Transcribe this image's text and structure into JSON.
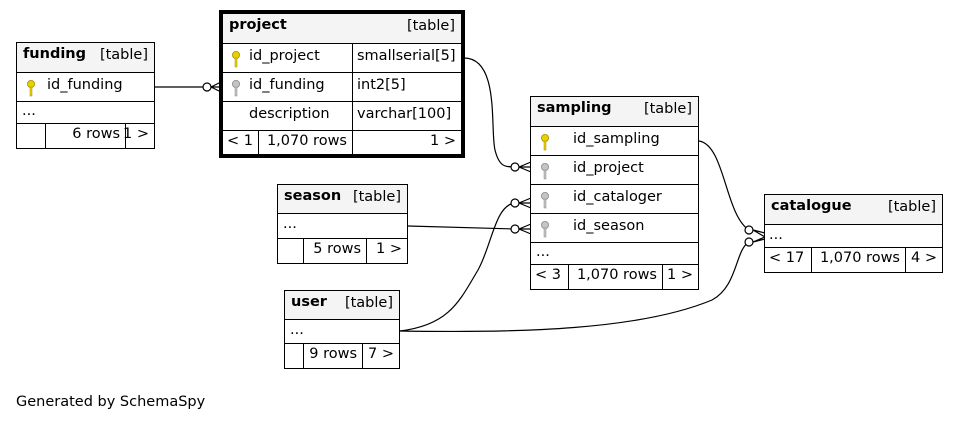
{
  "tables": {
    "funding": {
      "name": "funding",
      "type": "[table]",
      "columns": [
        {
          "name": "id_funding",
          "key": "primary"
        }
      ],
      "ellipsis": "...",
      "footer": {
        "parents": "",
        "rows": "6 rows",
        "children": "1 >"
      }
    },
    "project": {
      "name": "project",
      "type": "[table]",
      "columns": [
        {
          "name": "id_project",
          "type": "smallserial[5]",
          "key": "primary"
        },
        {
          "name": "id_funding",
          "type": "int2[5]",
          "key": "foreign"
        },
        {
          "name": "description",
          "type": "varchar[100]",
          "key": ""
        }
      ],
      "footer": {
        "parents": "< 1",
        "rows": "1,070 rows",
        "children": "1 >"
      }
    },
    "season": {
      "name": "season",
      "type": "[table]",
      "ellipsis": "...",
      "footer": {
        "parents": "",
        "rows": "5 rows",
        "children": "1 >"
      }
    },
    "user": {
      "name": "user",
      "type": "[table]",
      "ellipsis": "...",
      "footer": {
        "parents": "",
        "rows": "9 rows",
        "children": "7 >"
      }
    },
    "sampling": {
      "name": "sampling",
      "type": "[table]",
      "columns": [
        {
          "name": "id_sampling",
          "key": "primary"
        },
        {
          "name": "id_project",
          "key": "foreign"
        },
        {
          "name": "id_cataloger",
          "key": "foreign"
        },
        {
          "name": "id_season",
          "key": "foreign"
        }
      ],
      "ellipsis": "...",
      "footer": {
        "parents": "< 3",
        "rows": "1,070 rows",
        "children": "1 >"
      }
    },
    "catalogue": {
      "name": "catalogue",
      "type": "[table]",
      "ellipsis": "...",
      "footer": {
        "parents": "< 17",
        "rows": "1,070 rows",
        "children": "4 >"
      }
    }
  },
  "colors": {
    "primary_key": "#e8d000",
    "foreign_key": "#b8b8b8",
    "header_bg": "#f4f4f4"
  },
  "footer_note": "Generated by SchemaSpy"
}
